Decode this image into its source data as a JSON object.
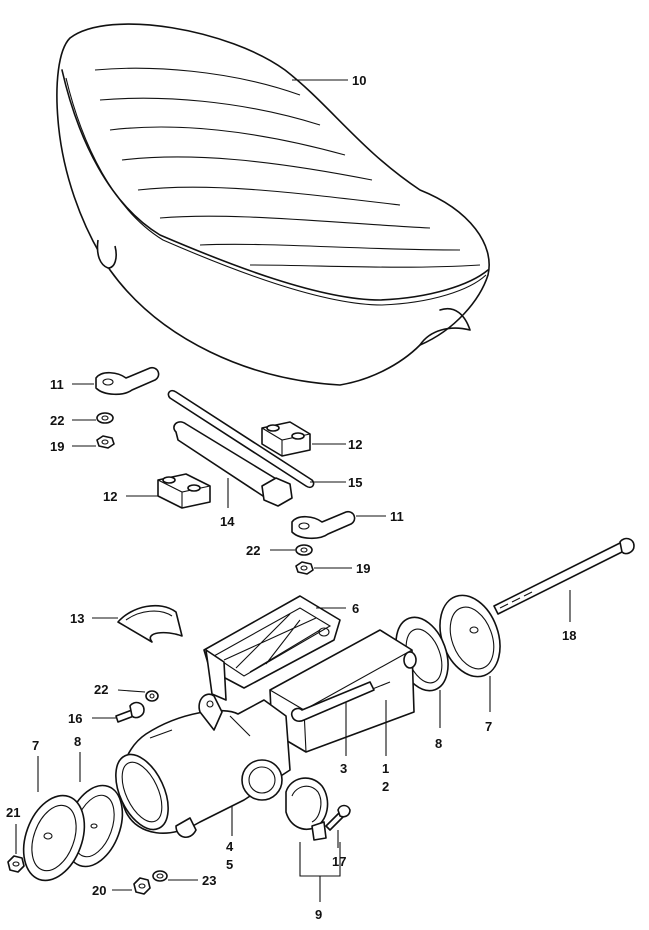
{
  "labels": {
    "p1": "1",
    "p2": "2",
    "p3": "3",
    "p4": "4",
    "p5": "5",
    "p6": "6",
    "p7a": "7",
    "p7b": "7",
    "p8a": "8",
    "p8b": "8",
    "p9": "9",
    "p10": "10",
    "p11a": "11",
    "p11b": "11",
    "p12a": "12",
    "p12b": "12",
    "p13": "13",
    "p14": "14",
    "p15": "15",
    "p16": "16",
    "p17": "17",
    "p18": "18",
    "p19a": "19",
    "p19b": "19",
    "p20": "20",
    "p21": "21",
    "p22a": "22",
    "p22b": "22",
    "p22c": "22",
    "p23": "23"
  }
}
